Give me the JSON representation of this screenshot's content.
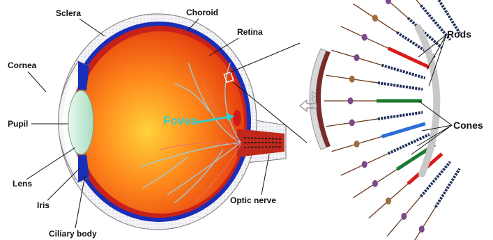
{
  "labels": {
    "sclera": "Sclera",
    "choroid": "Choroid",
    "retina": "Retina",
    "cornea": "Cornea",
    "pupil": "Pupil",
    "lens": "Lens",
    "iris": "Iris",
    "ciliary_body": "Ciliary body",
    "optic_nerve": "Optic nerve",
    "fovea": "Fovea",
    "rods": "Rods",
    "cones": "Cones",
    "light": "LIGHT"
  },
  "colors": {
    "sclera": "#f2f2f7",
    "choroid": "#1a2fb8",
    "vitreous": "#f25a14",
    "vitreous_inner": "#ffd23a",
    "lens": "#cfeee0",
    "fovea_label": "#33cccc",
    "rod_tip": "#888888",
    "cone_red": "#d81b1b",
    "cone_green": "#1b7a2e",
    "cone_blue": "#2b6fd6",
    "bipolar": "#6b3a1e"
  },
  "icons": {
    "light_arrow": "light-arrow-icon"
  }
}
